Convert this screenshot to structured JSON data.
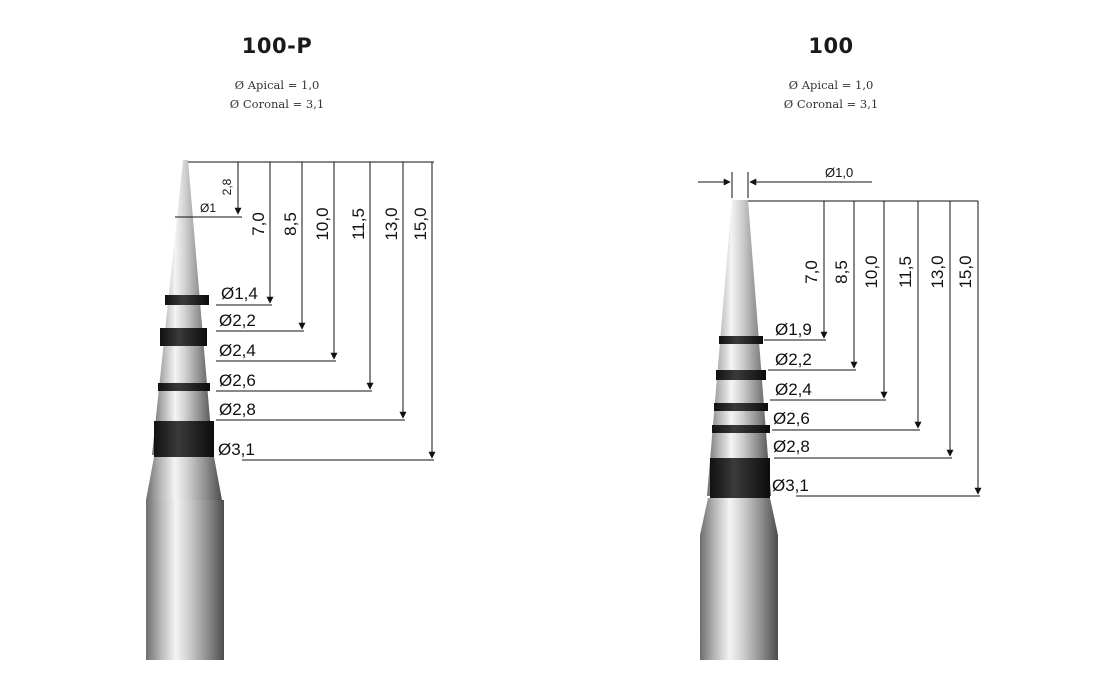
{
  "left": {
    "title": "100-P",
    "apical": "Ø Apical = 1,0",
    "coronal": "Ø Coronal = 3,1",
    "tip_depth": "2,8",
    "tip_diameter": "Ø1",
    "depths": [
      "7,0",
      "8,5",
      "10,0",
      "11,5",
      "13,0",
      "15,0"
    ],
    "diameters": [
      "Ø1,4",
      "Ø2,2",
      "Ø2,4",
      "Ø2,6",
      "Ø2,8",
      "Ø3,1"
    ]
  },
  "right": {
    "title": "100",
    "apical": "Ø Apical = 1,0",
    "coronal": "Ø Coronal = 3,1",
    "tip_diameter": "Ø1,0",
    "depths": [
      "7,0",
      "8,5",
      "10,0",
      "11,5",
      "13,0",
      "15,0"
    ],
    "diameters": [
      "Ø1,9",
      "Ø2,2",
      "Ø2,4",
      "Ø2,6",
      "Ø2,8",
      "Ø3,1"
    ]
  }
}
